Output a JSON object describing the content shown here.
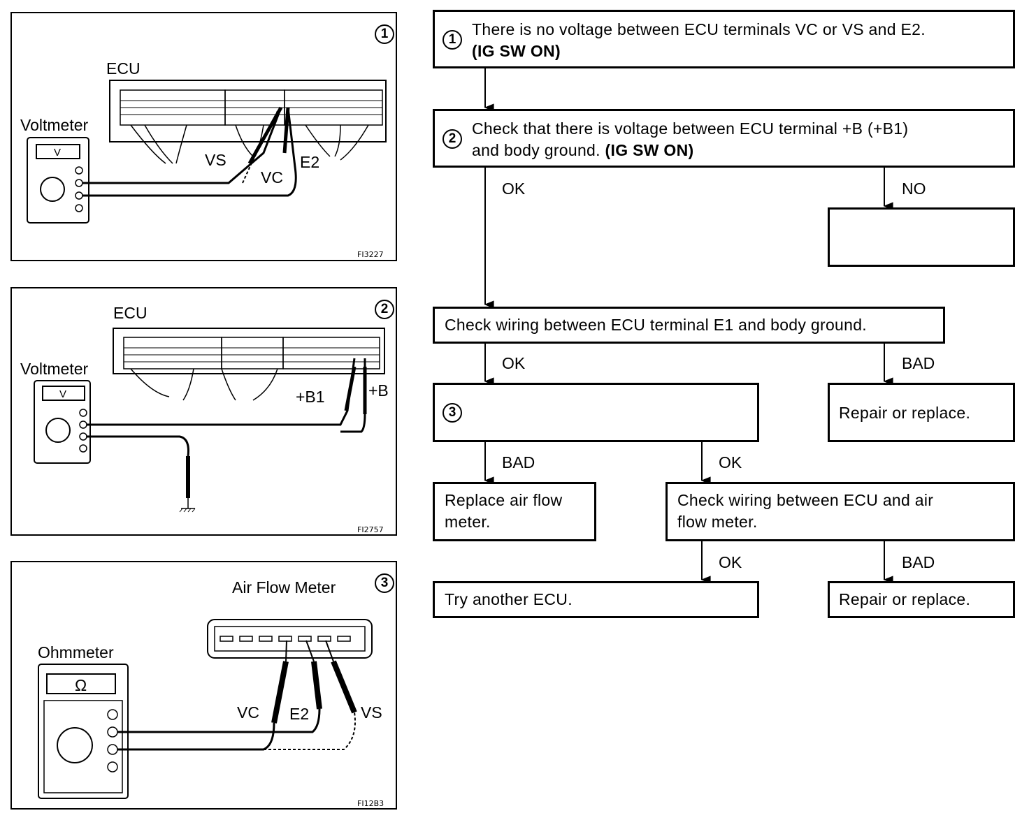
{
  "panels": {
    "p1": {
      "num": "1",
      "ecu": "ECU",
      "meter": "Voltmeter",
      "meter_face": "V",
      "vs": "VS",
      "vc": "VC",
      "e2": "E2",
      "fig": "FI3227"
    },
    "p2": {
      "num": "2",
      "ecu": "ECU",
      "meter": "Voltmeter",
      "meter_face": "V",
      "b1": "+B1",
      "b": "+B",
      "fig": "FI2757"
    },
    "p3": {
      "num": "3",
      "title": "Air Flow Meter",
      "meter": "Ohmmeter",
      "meter_face": "Ω",
      "vc": "VC",
      "e2": "E2",
      "vs": "VS",
      "fig": "FI12B3"
    }
  },
  "flow": {
    "step1": {
      "num": "1",
      "line1": "There is no voltage between ECU terminals VC or VS and E2.",
      "line2": "(IG SW ON)"
    },
    "step2": {
      "num": "2",
      "line1a": "Check that there is voltage between ECU terminal +B (+B1)",
      "line2a": "and body ground.",
      "line2b": "(IG SW ON)"
    },
    "step2_ok": "OK",
    "step2_no": "NO",
    "check_e1": "Check wiring between ECU terminal E1 and body ground.",
    "e1_ok": "OK",
    "e1_bad": "BAD",
    "step3": {
      "num": "3"
    },
    "repair1": "Repair or replace.",
    "step3_bad": "BAD",
    "step3_ok": "OK",
    "replace_afm": {
      "line1": "Replace air flow",
      "line2": "meter."
    },
    "check_afm": {
      "line1": "Check wiring between ECU and air",
      "line2": "flow meter."
    },
    "afm_ok": "OK",
    "afm_bad": "BAD",
    "try_ecu": "Try another ECU.",
    "repair2": "Repair or replace."
  }
}
